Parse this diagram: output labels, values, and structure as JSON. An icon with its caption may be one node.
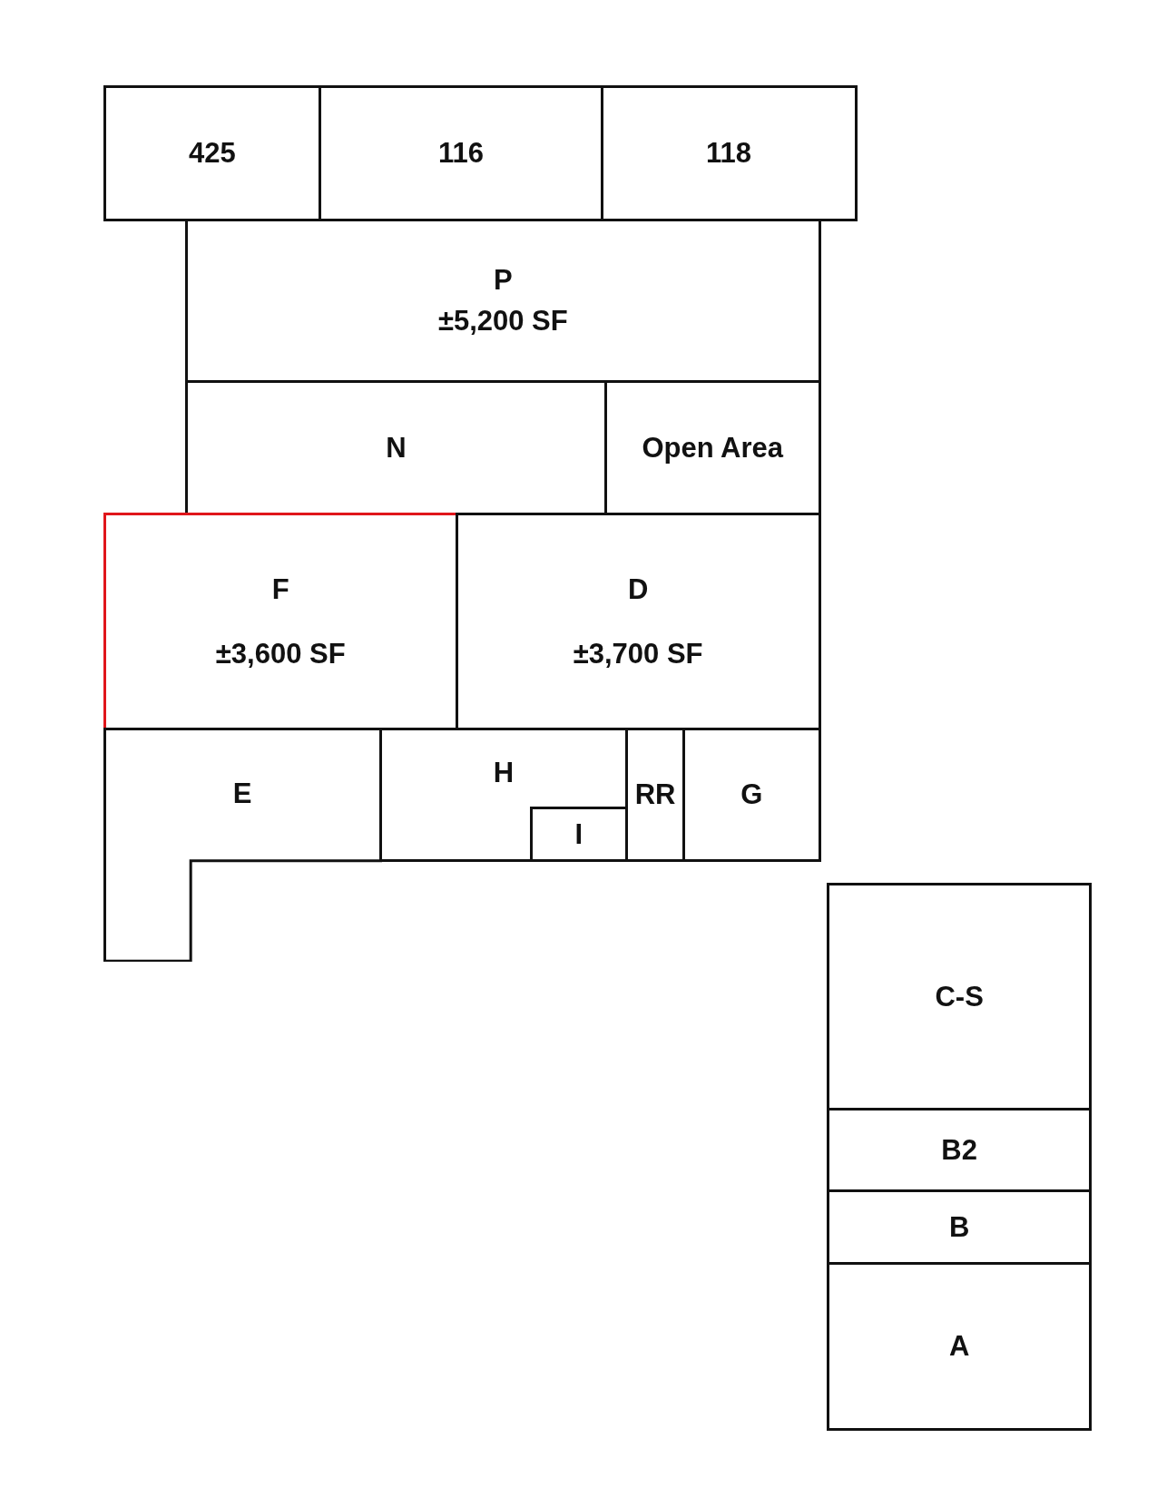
{
  "diagram": {
    "nodes": [
      {
        "text": [
          "425"
        ]
      },
      {
        "text": [
          "116"
        ]
      },
      {
        "text": [
          "118"
        ]
      },
      {
        "text": [
          "P",
          "±5,200 SF"
        ]
      },
      {
        "text": [
          "N"
        ]
      },
      {
        "text": [
          "Open Area"
        ]
      },
      {
        "text": [
          "F",
          "±3,600 SF"
        ]
      },
      {
        "text": [
          "D",
          "±3,700 SF"
        ]
      },
      {
        "text": [
          "E"
        ]
      },
      {
        "text": [
          "H"
        ]
      },
      {
        "text": [
          "I"
        ],
        "in": 9
      },
      {
        "text": [
          "RR"
        ]
      },
      {
        "text": [
          "G"
        ]
      },
      {
        "text": [
          "C-S"
        ]
      },
      {
        "text": [
          "B2"
        ]
      },
      {
        "text": [
          "B"
        ]
      },
      {
        "text": [
          "A"
        ]
      }
    ]
  }
}
